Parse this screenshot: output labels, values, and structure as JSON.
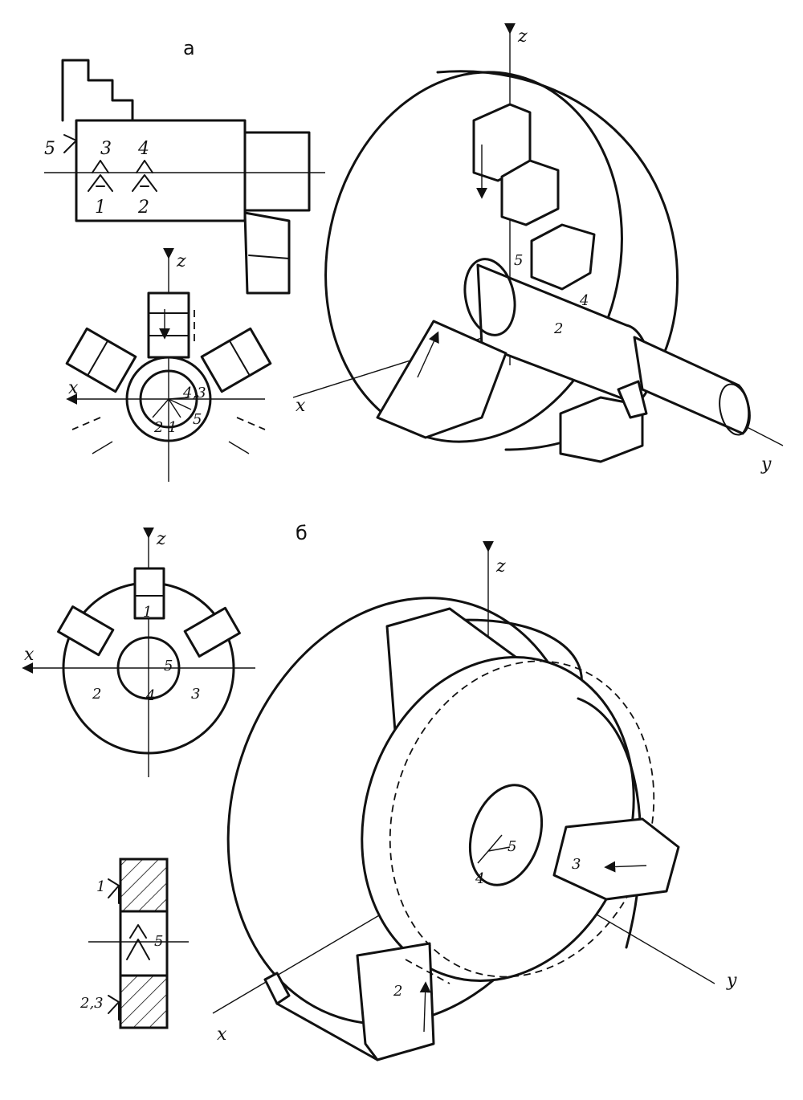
{
  "panels": {
    "a": {
      "label": "а"
    },
    "b": {
      "label": "б"
    }
  },
  "axes": {
    "x": "x",
    "y": "y",
    "z": "z"
  },
  "datum_labels": {
    "n1": "1",
    "n2": "2",
    "n3": "3",
    "n4": "4",
    "n5": "5",
    "n23": "2,3",
    "n43": "4,3",
    "n21": "2 1"
  },
  "colors": {
    "ink": "#111111",
    "paper": "#ffffff"
  }
}
